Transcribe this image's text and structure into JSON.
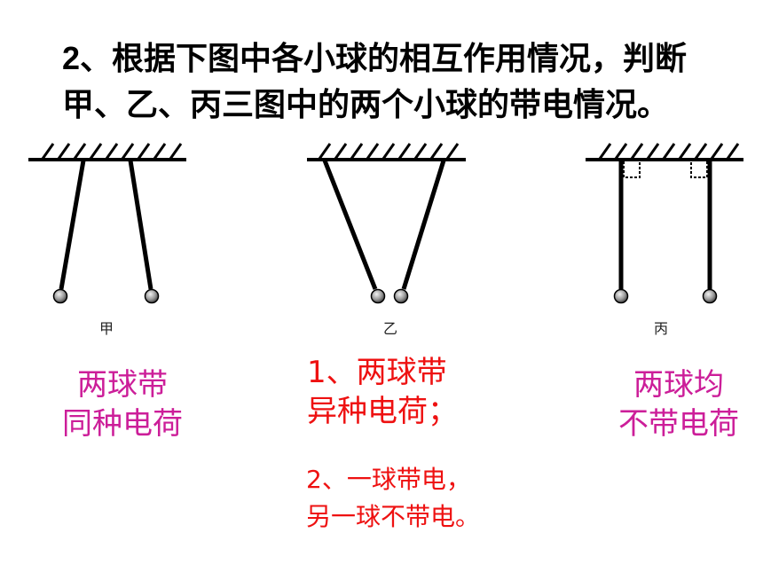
{
  "question": {
    "number": "2",
    "line1_rest": "、根据下图中各小球的相互作用情况，判断",
    "line2": "甲、乙、丙三图中的两个小球的带电情况。"
  },
  "figures": {
    "jia": {
      "label": "甲"
    },
    "yi": {
      "label": "乙"
    },
    "bing": {
      "label": "丙"
    }
  },
  "answers": {
    "jia": {
      "line1": "两球带",
      "line2": "同种电荷"
    },
    "yi": {
      "line1": "1、两球带",
      "line2": "异种电荷；"
    },
    "yi_note": {
      "line1": "2、一球带电，",
      "line2": "另一球不带电。"
    },
    "bing": {
      "line1": "两球均",
      "line2": "不带电荷"
    }
  },
  "colors": {
    "magenta": "#cc1e99",
    "red": "#ee1111",
    "ink": "#000000"
  }
}
